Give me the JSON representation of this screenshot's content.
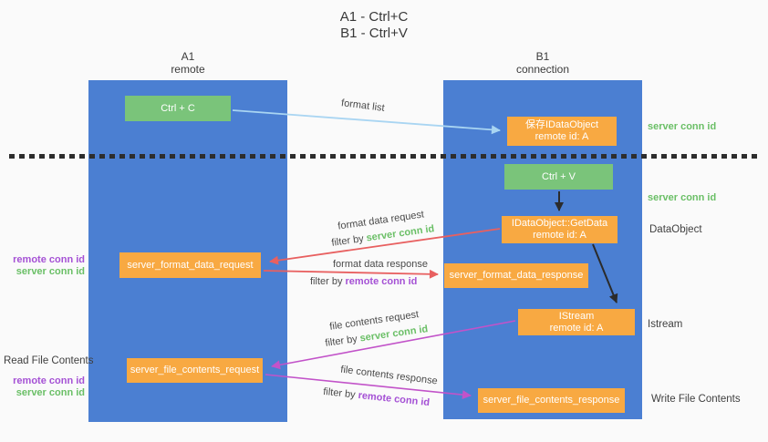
{
  "colors": {
    "lane_blue": "#4b7fd2",
    "box_green": "#7ac47a",
    "box_orange": "#f8a942",
    "label_green": "#6abf66",
    "label_purple": "#a551d5",
    "arrow_red": "#e86060",
    "arrow_purple": "#c253c9",
    "arrow_lightblue": "#a9d5f2",
    "arrow_black": "#2b2b2b"
  },
  "title": {
    "line1": "A1 - Ctrl+C",
    "line2": "B1 - Ctrl+V"
  },
  "lanes": {
    "left": {
      "title": "A1",
      "subtitle": "remote"
    },
    "right": {
      "title": "B1",
      "subtitle": "connection"
    }
  },
  "nodes": {
    "ctrl_c": {
      "label": "Ctrl + C"
    },
    "save_dataobject": {
      "line1": "保存IDataObject",
      "line2": "remote id: A"
    },
    "ctrl_v": {
      "label": "Ctrl + V"
    },
    "getdata": {
      "line1": "IDataObject::GetData",
      "line2": "remote id: A"
    },
    "format_request": {
      "label": "server_format_data_request"
    },
    "format_response": {
      "label": "server_format_data_response"
    },
    "istream": {
      "line1": "IStream",
      "line2": "remote id: A"
    },
    "file_request": {
      "label": "server_file_contents_request"
    },
    "file_response": {
      "label": "server_file_contents_response"
    }
  },
  "flows": {
    "format_list": {
      "label": "format list"
    },
    "format_data_request": {
      "label": "format data request",
      "filter_prefix": "filter by ",
      "filter_key": "server conn id"
    },
    "format_data_response": {
      "label": "format data response",
      "filter_prefix": "filter by ",
      "filter_key": "remote conn id"
    },
    "file_contents_request": {
      "label": "file contents request",
      "filter_prefix": "filter by ",
      "filter_key": "server conn id"
    },
    "file_contents_response": {
      "label": "file contents response",
      "filter_prefix": "filter by ",
      "filter_key": "remote conn id"
    }
  },
  "annotations": {
    "right": [
      {
        "text": "server conn id"
      },
      {
        "text": "server conn id"
      },
      {
        "text": "DataObject"
      },
      {
        "text": "Istream"
      },
      {
        "text": "Write File Contents"
      }
    ],
    "left": [
      {
        "text": "remote conn id"
      },
      {
        "text": "server conn id"
      },
      {
        "text": "Read File Contents"
      },
      {
        "text": "remote conn id"
      },
      {
        "text": "server conn id"
      }
    ]
  }
}
